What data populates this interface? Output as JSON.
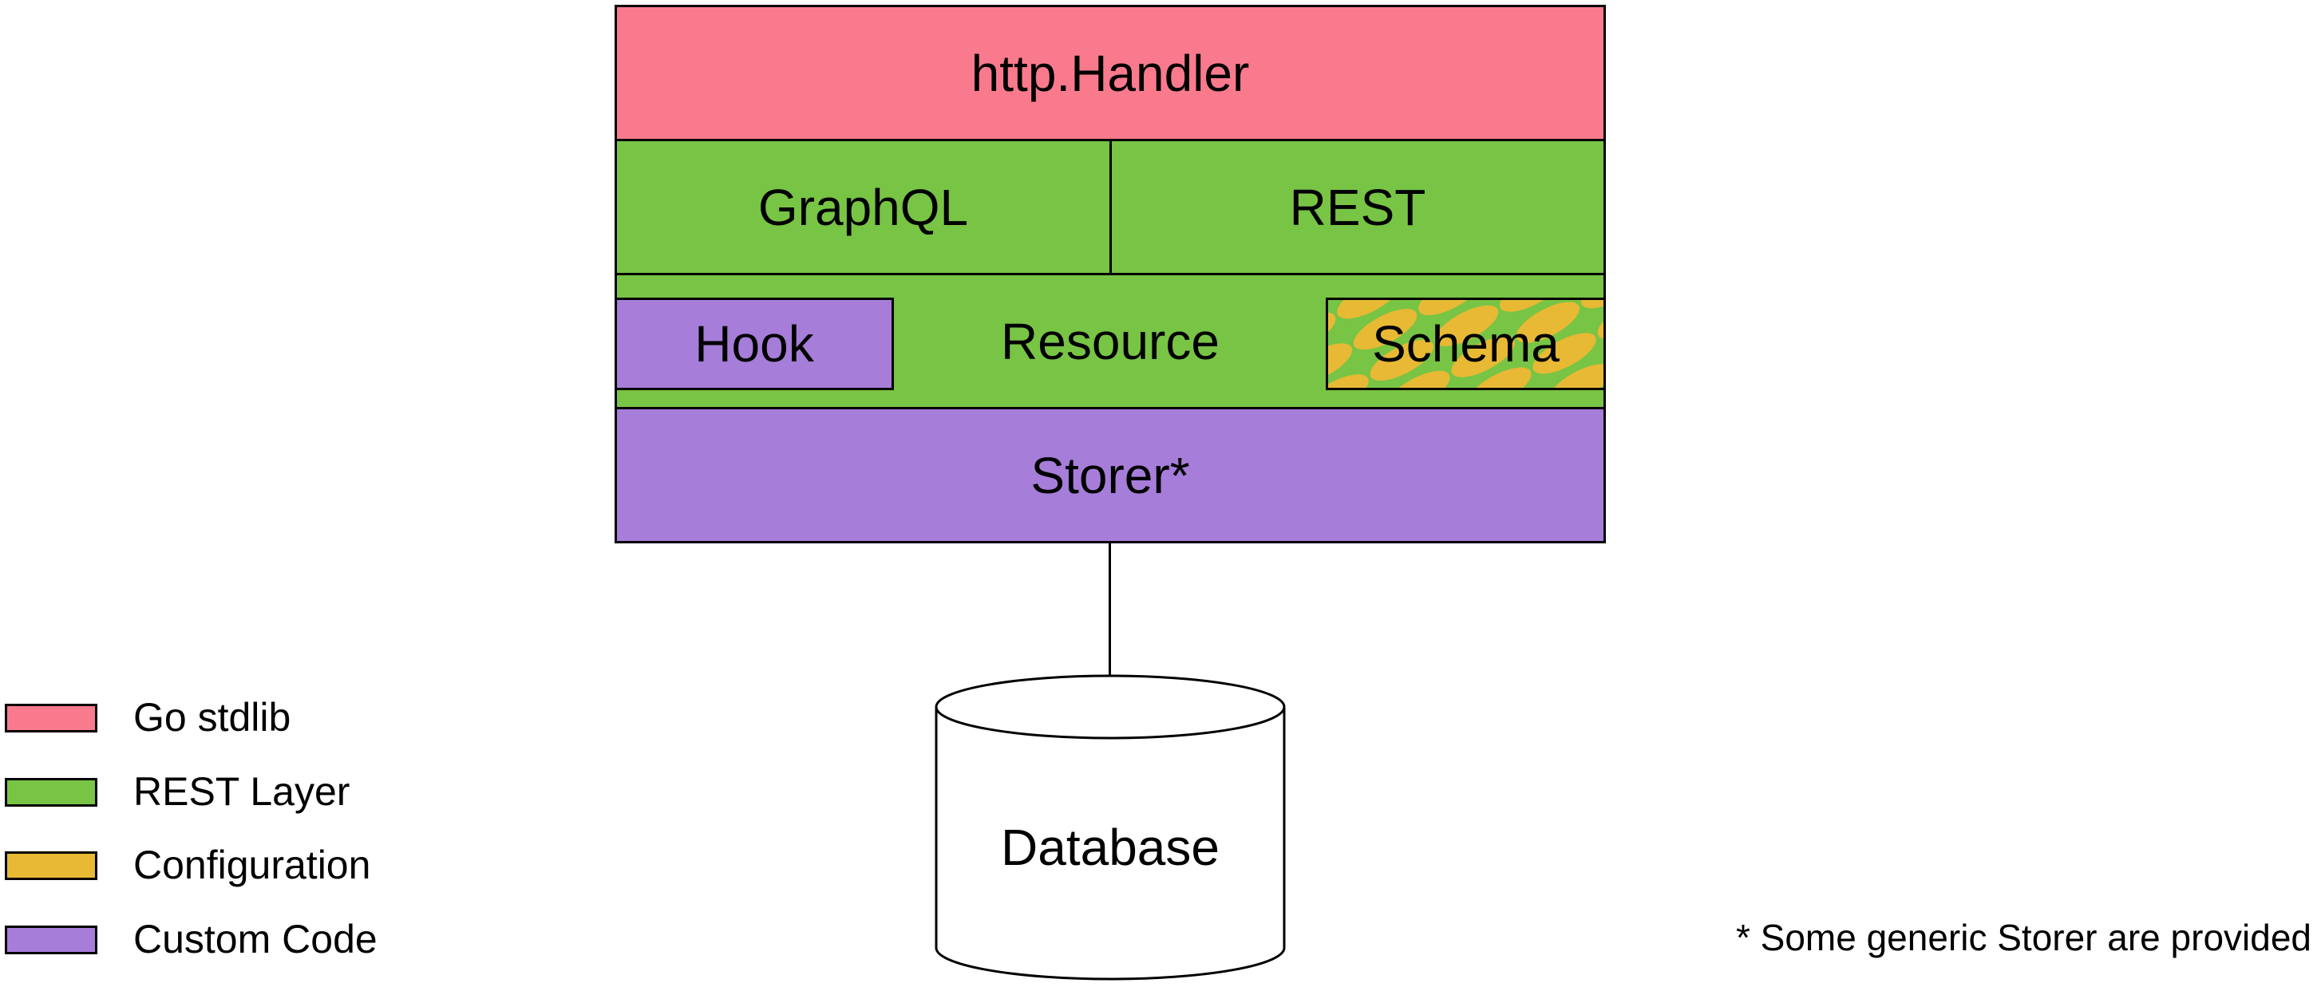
{
  "colors": {
    "go_stdlib": "#f97a8d",
    "rest_layer": "#78c445",
    "configuration": "#e8b934",
    "custom_code": "#a67dd9",
    "outline": "#000000",
    "background": "#ffffff"
  },
  "stack": {
    "http_handler": "http.Handler",
    "graphql": "GraphQL",
    "rest": "REST",
    "resource": "Resource",
    "hook": "Hook",
    "schema": "Schema",
    "storer": "Storer*"
  },
  "database": {
    "label": "Database"
  },
  "legend": {
    "items": [
      {
        "label": "Go stdlib",
        "color": "#f97a8d"
      },
      {
        "label": "REST Layer",
        "color": "#78c445"
      },
      {
        "label": "Configuration",
        "color": "#e8b934"
      },
      {
        "label": "Custom Code",
        "color": "#a67dd9"
      }
    ]
  },
  "footnote": "* Some generic Storer are provided"
}
